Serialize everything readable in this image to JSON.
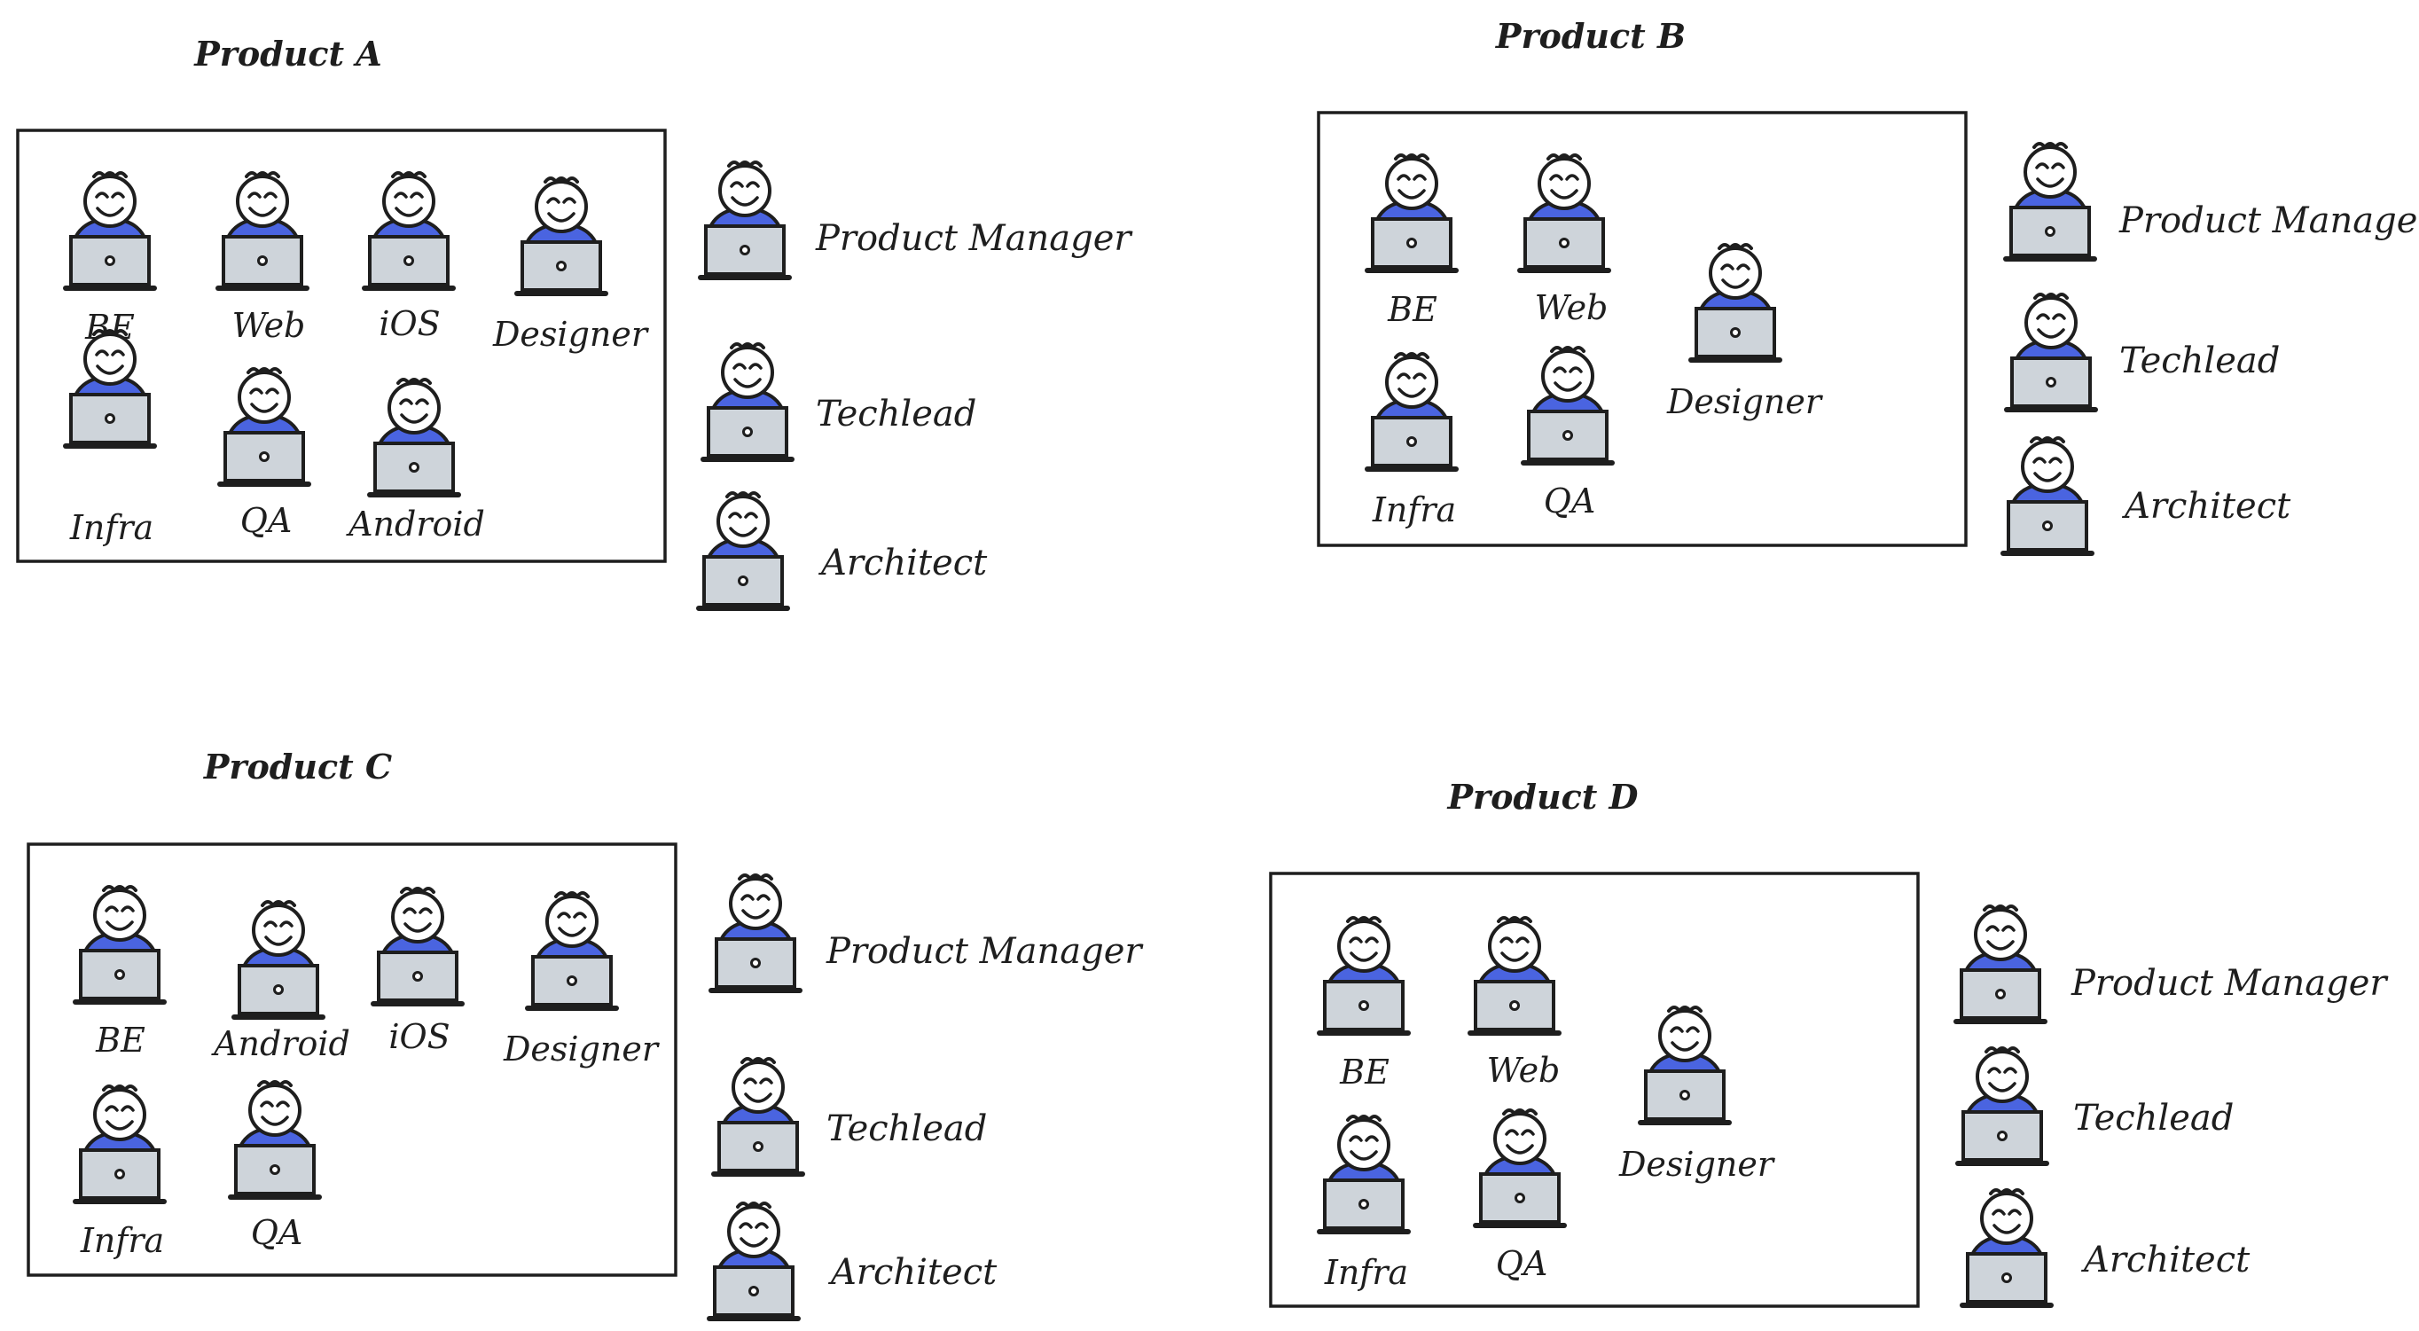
{
  "colors": {
    "stroke": "#1e1e1e",
    "shirt": "#4a64e0",
    "laptop": "#ced4da",
    "face": "#ffffff",
    "background": "#ffffff"
  },
  "icons": {
    "person": "person-at-laptop-icon"
  },
  "groups": [
    {
      "title": "Product A",
      "members": [
        "BE",
        "Web",
        "iOS",
        "Designer",
        "Infra",
        "QA",
        "Android"
      ],
      "roles": [
        "Product Manager",
        "Techlead",
        "Architect"
      ]
    },
    {
      "title": "Product B",
      "members": [
        "BE",
        "Web",
        "Designer",
        "Infra",
        "QA"
      ],
      "roles": [
        "Product Manager",
        "Techlead",
        "Architect"
      ]
    },
    {
      "title": "Product C",
      "members": [
        "BE",
        "Android",
        "iOS",
        "Designer",
        "Infra",
        "QA"
      ],
      "roles": [
        "Product Manager",
        "Techlead",
        "Architect"
      ]
    },
    {
      "title": "Product D",
      "members": [
        "BE",
        "Web",
        "Designer",
        "Infra",
        "QA"
      ],
      "roles": [
        "Product Manager",
        "Techlead",
        "Architect"
      ]
    }
  ]
}
